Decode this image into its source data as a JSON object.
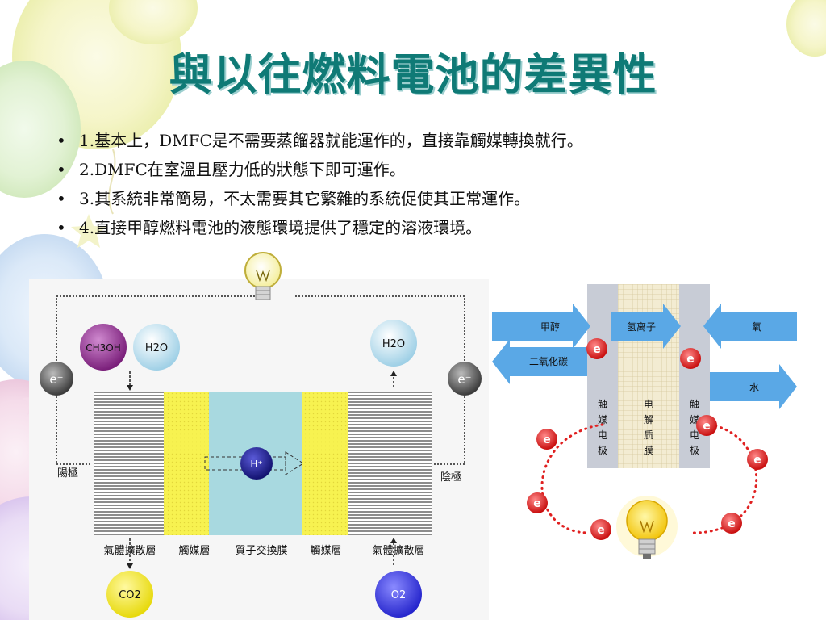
{
  "title": "與以往燃料電池的差異性",
  "bullets": [
    "1.基本上，DMFC是不需要蒸餾器就能運作的，直接靠觸媒轉換就行。",
    "2.DMFC在室溫且壓力低的狀態下即可運作。",
    "3.其系統非常簡易，不太需要其它繁雜的系統促使其正常運作。",
    "4.直接甲醇燃料電池的液態環境提供了穩定的溶液環境。"
  ],
  "left_diagram": {
    "methanol": "CH3OH",
    "water_in": "H2O",
    "water_out": "H2O",
    "electron": "e⁻",
    "proton": "H⁺",
    "co2": "CO2",
    "o2": "O2",
    "anode": "陽極",
    "cathode": "陰極",
    "layers": [
      "氣體擴散層",
      "觸媒層",
      "質子交換膜",
      "觸媒層",
      "氣體擴散層"
    ]
  },
  "right_diagram": {
    "methanol": "甲醇",
    "hydrogen_ion": "氢离子",
    "oxygen": "氧",
    "co2": "二氧化碳",
    "water": "水",
    "electron": "e",
    "left_electrode": [
      "触",
      "媒",
      "电",
      "极"
    ],
    "membrane": [
      "电",
      "解",
      "质",
      "膜"
    ],
    "right_electrode": [
      "触",
      "媒",
      "电",
      "极"
    ]
  },
  "colors": {
    "title": "#0f7a76",
    "catalyst": "#f7f250",
    "membrane": "#a8d9e0",
    "arrow": "#5aa8e6"
  }
}
